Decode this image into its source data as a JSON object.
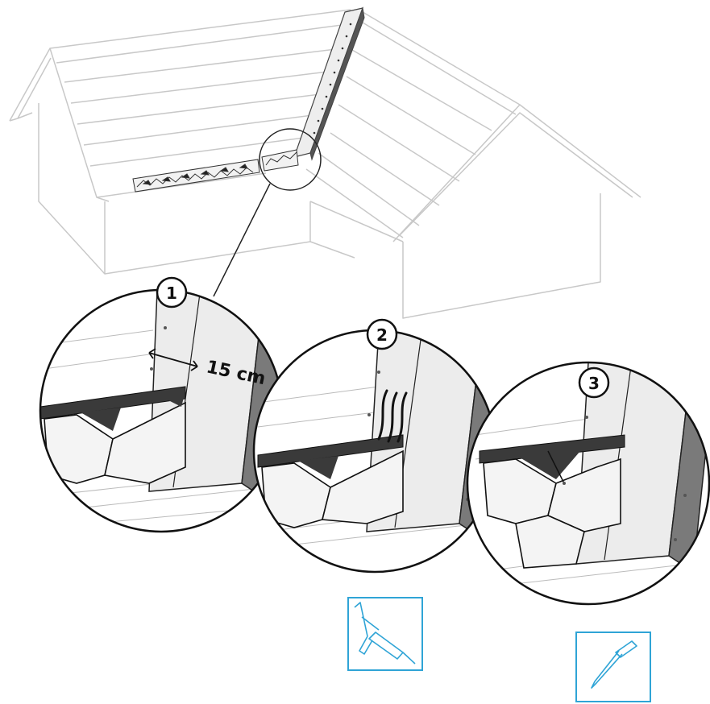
{
  "steps": [
    {
      "number": "1"
    },
    {
      "number": "2"
    },
    {
      "number": "3"
    }
  ],
  "dimension": {
    "label": "15 cm"
  },
  "tools": [
    {
      "name": "caulking-gun-icon"
    },
    {
      "name": "roofing-nail-icon"
    }
  ],
  "colors": {
    "line": "#111111",
    "house_outline": "#c8c8c8",
    "panel_fill": "#ececec",
    "metal_strip": "#7a7a7a",
    "dark_flashing": "#3a3a3a",
    "tool_frame": "#2fa4d6"
  }
}
